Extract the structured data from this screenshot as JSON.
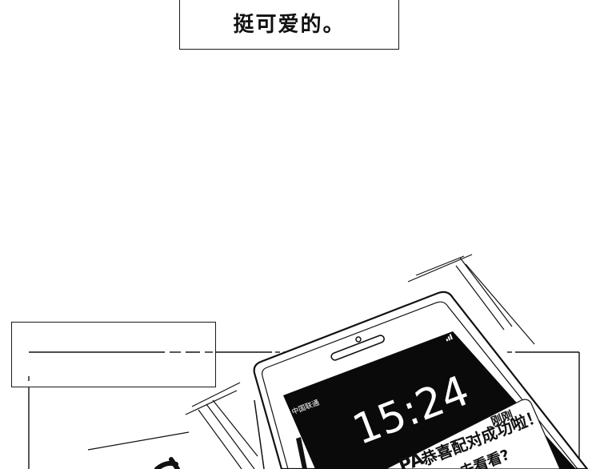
{
  "caption": {
    "text": "挺可爱的。"
  },
  "phone": {
    "carrier": "中国联通",
    "clock": "15:24",
    "notification": {
      "time_label": "刚刚",
      "sender_partial": "PA",
      "message_line1": "恭喜配对成功啦！",
      "message_line2": "去看看?"
    }
  },
  "colors": {
    "ink": "#111111",
    "paper": "#ffffff",
    "screen": "#0a0a0a"
  }
}
